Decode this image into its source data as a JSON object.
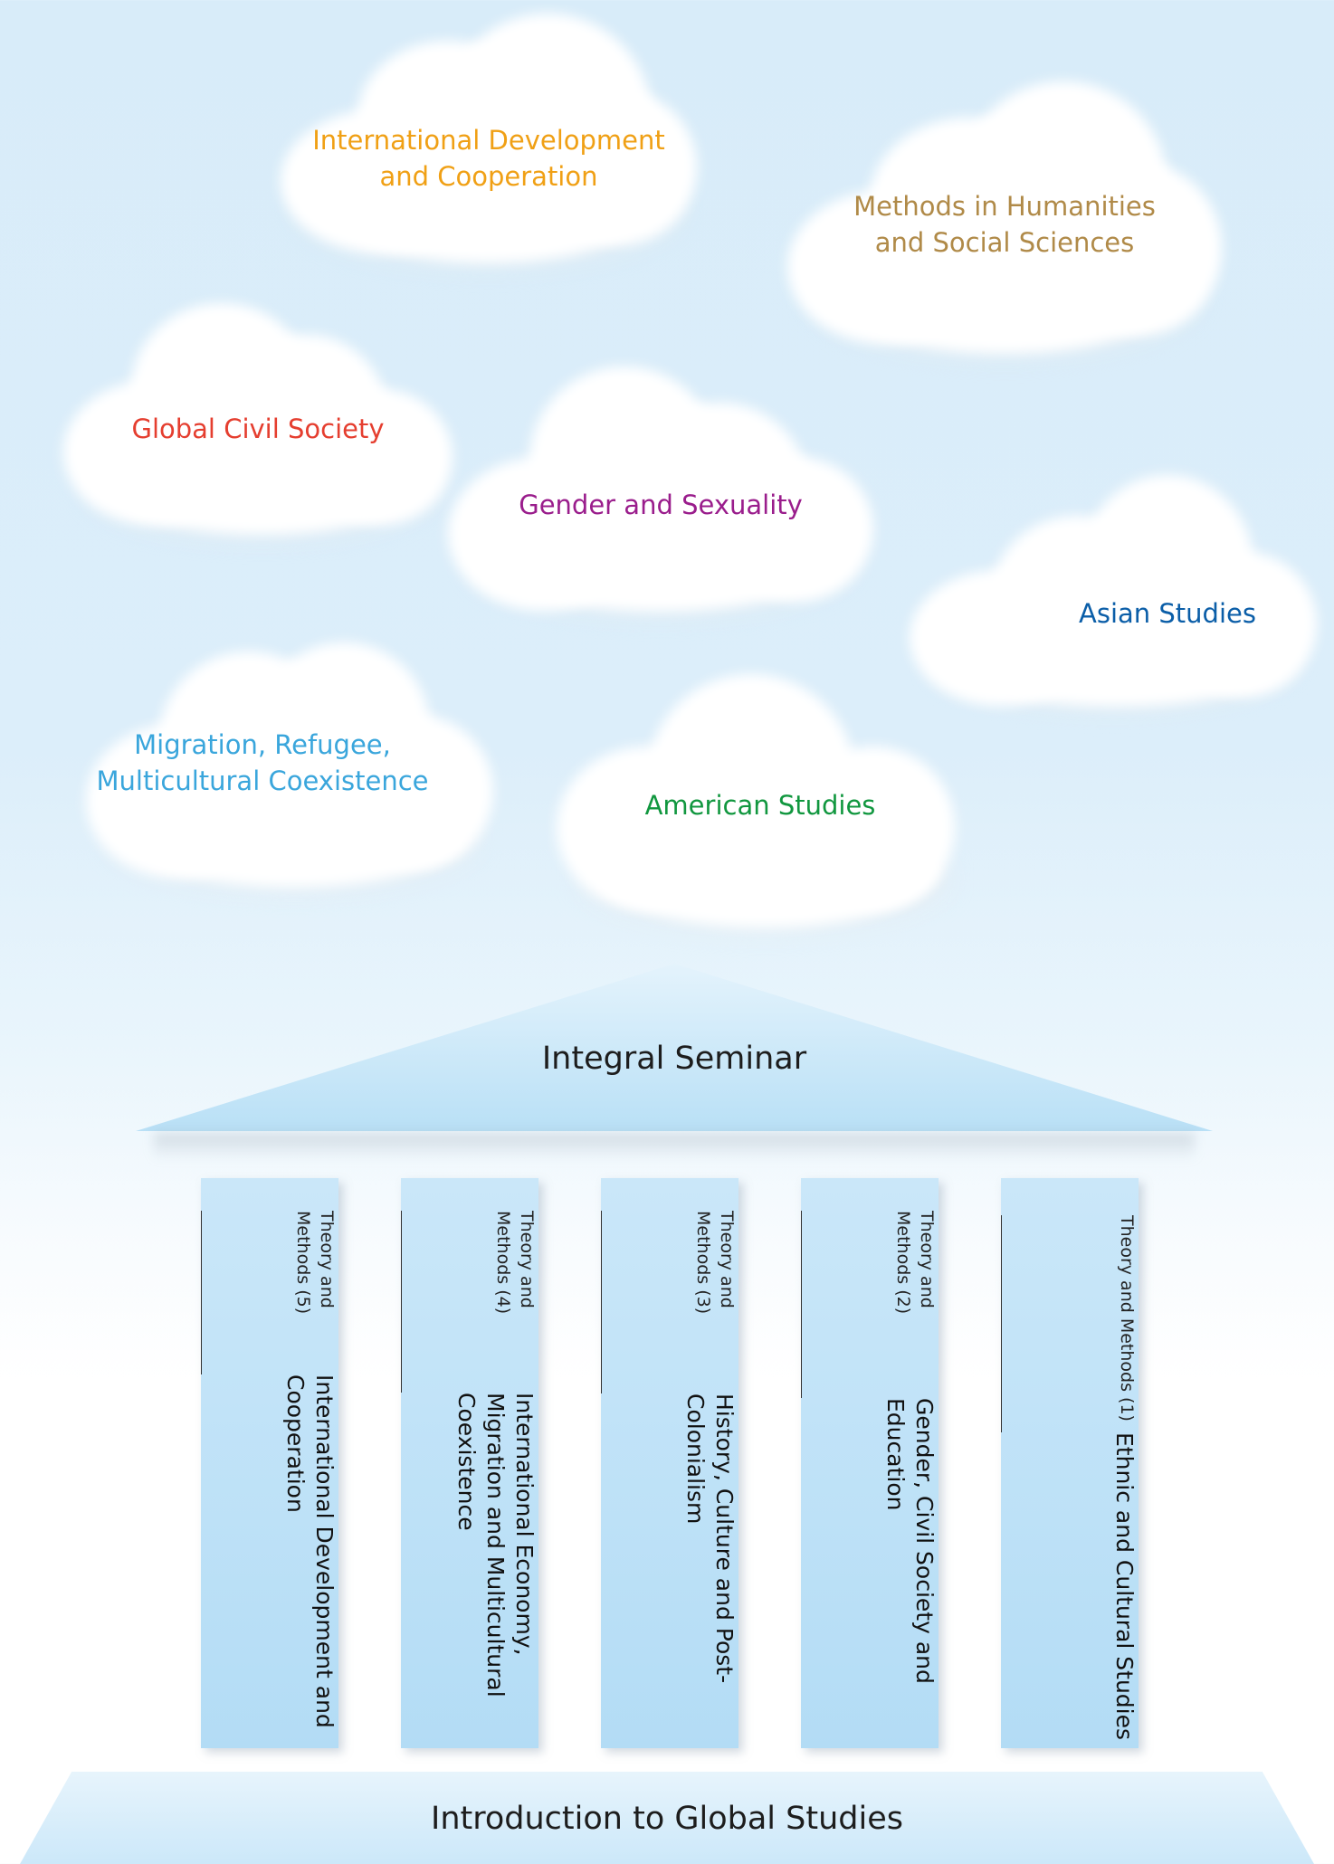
{
  "clouds": {
    "intl_dev": {
      "label": "International Development\nand Cooperation",
      "color": "#f0a015"
    },
    "methods": {
      "label": "Methods in Humanities\nand Social Sciences",
      "color": "#b08a48"
    },
    "civil_society": {
      "label": "Global Civil Society",
      "color": "#e53e2f"
    },
    "gender": {
      "label": "Gender and Sexuality",
      "color": "#9a1d8c"
    },
    "asian": {
      "label": "Asian Studies",
      "color": "#0b5ea8"
    },
    "migration": {
      "label": "Migration, Refugee,\nMulticultural Coexistence",
      "color": "#3aa6dc"
    },
    "american": {
      "label": "American Studies",
      "color": "#11973f"
    }
  },
  "roof": {
    "label": "Integral Seminar",
    "fill": "#bfe2f7"
  },
  "pillars": [
    {
      "small": "Theory and Methods (5)",
      "title": "International Development and Cooperation"
    },
    {
      "small": "Theory and Methods (4)",
      "title": "International Economy, Migration and Multicultural Coexistence"
    },
    {
      "small": "Theory and Methods (3)",
      "title": "History, Culture and Post-Colonialism"
    },
    {
      "small": "Theory and Methods (2)",
      "title": "Gender, Civil Society and Education"
    },
    {
      "small": "Theory and Methods (1)",
      "title": "Ethnic and Cultural Studies"
    }
  ],
  "base": {
    "label": "Introduction to Global Studies"
  }
}
